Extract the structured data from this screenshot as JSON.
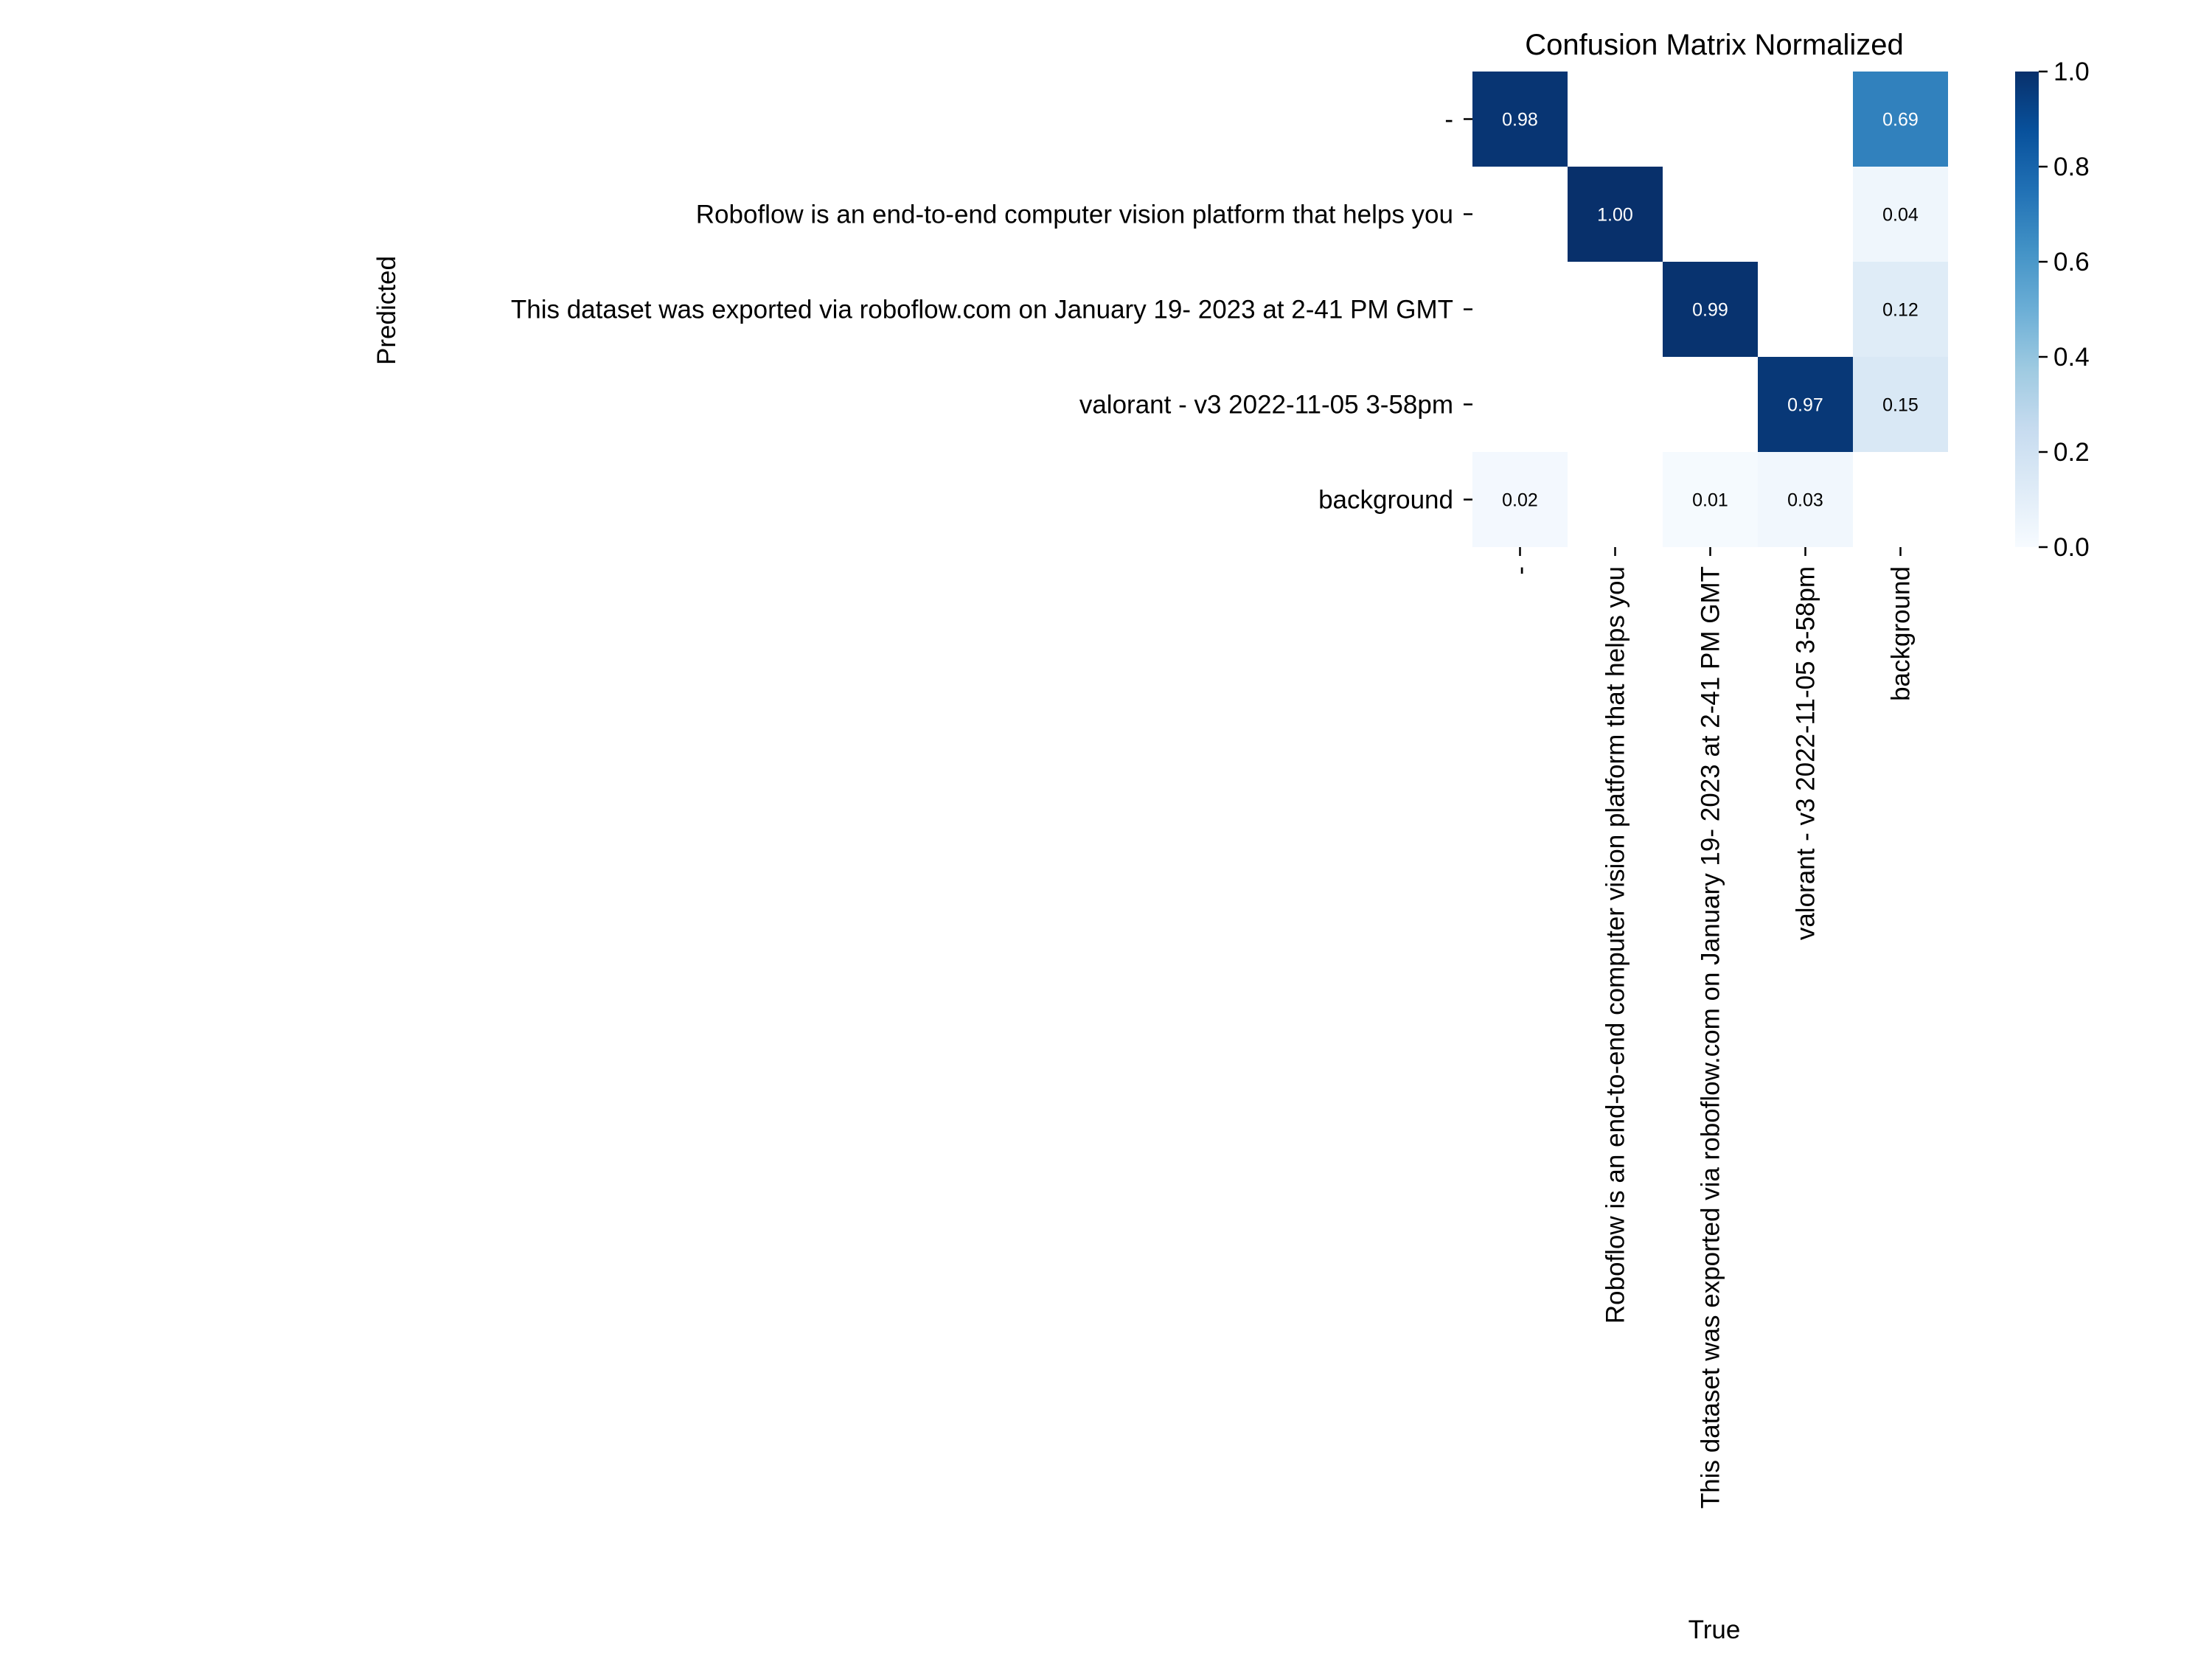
{
  "chart_data": {
    "type": "heatmap",
    "title": "Confusion Matrix Normalized",
    "xlabel": "True",
    "ylabel": "Predicted",
    "x_categories": [
      "-",
      "Roboflow is an end-to-end computer vision platform that helps you",
      "This dataset was exported via roboflow.com on January 19- 2023 at 2-41 PM GMT",
      "valorant - v3 2022-11-05 3-58pm",
      "background"
    ],
    "y_categories": [
      "-",
      "Roboflow is an end-to-end computer vision platform that helps you",
      "This dataset was exported via roboflow.com on January 19- 2023 at 2-41 PM GMT",
      "valorant - v3 2022-11-05 3-58pm",
      "background"
    ],
    "values": [
      [
        0.98,
        null,
        null,
        null,
        0.69
      ],
      [
        null,
        1.0,
        null,
        null,
        0.04
      ],
      [
        null,
        null,
        0.99,
        null,
        0.12
      ],
      [
        null,
        null,
        null,
        0.97,
        0.15
      ],
      [
        0.02,
        null,
        0.01,
        0.03,
        null
      ]
    ],
    "value_labels": [
      [
        "0.98",
        "",
        "",
        "",
        "0.69"
      ],
      [
        "",
        "1.00",
        "",
        "",
        "0.04"
      ],
      [
        "",
        "",
        "0.99",
        "",
        "0.12"
      ],
      [
        "",
        "",
        "",
        "0.97",
        "0.15"
      ],
      [
        "0.02",
        "",
        "0.01",
        "0.03",
        ""
      ]
    ],
    "colormap": "Blues",
    "vmin": 0.0,
    "vmax": 1.0,
    "colorbar_ticks": [
      "0.0",
      "0.2",
      "0.4",
      "0.6",
      "0.8",
      "1.0"
    ],
    "colors": {
      "low": "#f7fbff",
      "high": "#08306b"
    }
  }
}
